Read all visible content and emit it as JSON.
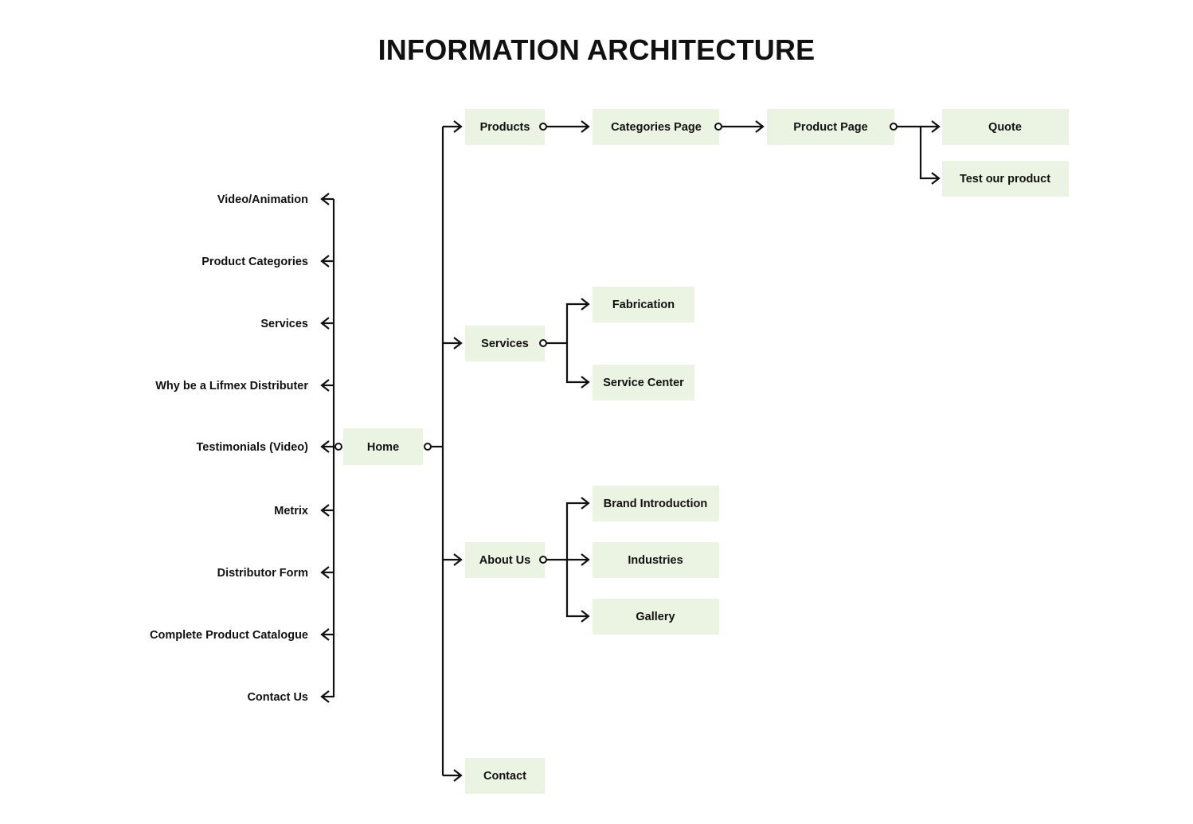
{
  "page": {
    "title": "INFORMATION ARCHITECTURE",
    "background_color": "#ffffff",
    "node_fill_color": "#ebf4e2",
    "line_color": "#111111",
    "text_color": "#111111"
  },
  "chart_data": {
    "type": "diagram",
    "diagram_kind": "site-map / information-architecture tree",
    "title": "INFORMATION ARCHITECTURE",
    "root": "Home",
    "nodes": [
      {
        "id": "home",
        "label": "Home",
        "level": 0,
        "shape": "box"
      },
      {
        "id": "products",
        "label": "Products",
        "level": 1,
        "shape": "box"
      },
      {
        "id": "services",
        "label": "Services",
        "level": 1,
        "shape": "box"
      },
      {
        "id": "about-us",
        "label": "About Us",
        "level": 1,
        "shape": "box"
      },
      {
        "id": "contact",
        "label": "Contact",
        "level": 1,
        "shape": "box"
      },
      {
        "id": "categories-page",
        "label": "Categories Page",
        "level": 2,
        "shape": "box"
      },
      {
        "id": "product-page",
        "label": "Product Page",
        "level": 3,
        "shape": "box"
      },
      {
        "id": "quote",
        "label": "Quote",
        "level": 4,
        "shape": "box"
      },
      {
        "id": "test-our-product",
        "label": "Test our product",
        "level": 4,
        "shape": "box"
      },
      {
        "id": "fabrication",
        "label": "Fabrication",
        "level": 2,
        "shape": "box"
      },
      {
        "id": "service-center",
        "label": "Service Center",
        "level": 2,
        "shape": "box"
      },
      {
        "id": "brand-introduction",
        "label": "Brand Introduction",
        "level": 2,
        "shape": "box"
      },
      {
        "id": "industries",
        "label": "Industries",
        "level": 2,
        "shape": "box"
      },
      {
        "id": "gallery",
        "label": "Gallery",
        "level": 2,
        "shape": "box"
      },
      {
        "id": "video-animation",
        "label": "Video/Animation",
        "level": 1,
        "shape": "text"
      },
      {
        "id": "product-categories",
        "label": "Product Categories",
        "level": 1,
        "shape": "text"
      },
      {
        "id": "services-section",
        "label": "Services",
        "level": 1,
        "shape": "text"
      },
      {
        "id": "why-be-a-lifmex-distributer",
        "label": "Why be a Lifmex Distributer",
        "level": 1,
        "shape": "text"
      },
      {
        "id": "testimonials-video",
        "label": "Testimonials (Video)",
        "level": 1,
        "shape": "text"
      },
      {
        "id": "metrix",
        "label": "Metrix",
        "level": 1,
        "shape": "text"
      },
      {
        "id": "distributor-form",
        "label": "Distributor Form",
        "level": 1,
        "shape": "text"
      },
      {
        "id": "complete-product-catalogue",
        "label": "Complete Product Catalogue",
        "level": 1,
        "shape": "text"
      },
      {
        "id": "contact-us",
        "label": "Contact Us",
        "level": 1,
        "shape": "text"
      }
    ],
    "edges": [
      {
        "from": "home",
        "to": "products",
        "direction": "right"
      },
      {
        "from": "home",
        "to": "services",
        "direction": "right"
      },
      {
        "from": "home",
        "to": "about-us",
        "direction": "right"
      },
      {
        "from": "home",
        "to": "contact",
        "direction": "right"
      },
      {
        "from": "products",
        "to": "categories-page",
        "direction": "right"
      },
      {
        "from": "categories-page",
        "to": "product-page",
        "direction": "right"
      },
      {
        "from": "product-page",
        "to": "quote",
        "direction": "right"
      },
      {
        "from": "product-page",
        "to": "test-our-product",
        "direction": "right"
      },
      {
        "from": "services",
        "to": "fabrication",
        "direction": "right"
      },
      {
        "from": "services",
        "to": "service-center",
        "direction": "right"
      },
      {
        "from": "about-us",
        "to": "brand-introduction",
        "direction": "right"
      },
      {
        "from": "about-us",
        "to": "industries",
        "direction": "right"
      },
      {
        "from": "about-us",
        "to": "gallery",
        "direction": "right"
      },
      {
        "from": "home",
        "to": "video-animation",
        "direction": "left"
      },
      {
        "from": "home",
        "to": "product-categories",
        "direction": "left"
      },
      {
        "from": "home",
        "to": "services-section",
        "direction": "left"
      },
      {
        "from": "home",
        "to": "why-be-a-lifmex-distributer",
        "direction": "left"
      },
      {
        "from": "home",
        "to": "testimonials-video",
        "direction": "left"
      },
      {
        "from": "home",
        "to": "metrix",
        "direction": "left"
      },
      {
        "from": "home",
        "to": "distributor-form",
        "direction": "left"
      },
      {
        "from": "home",
        "to": "complete-product-catalogue",
        "direction": "left"
      },
      {
        "from": "home",
        "to": "contact-us",
        "direction": "left"
      }
    ]
  },
  "home_node": {
    "label": "Home"
  },
  "main_branches": {
    "products": "Products",
    "services": "Services",
    "about_us": "About Us",
    "contact": "Contact"
  },
  "products_flow": {
    "categories_page": "Categories Page",
    "product_page": "Product Page",
    "quote": "Quote",
    "test_our_product": "Test our product"
  },
  "services_children": {
    "fabrication": "Fabrication",
    "service_center": "Service Center"
  },
  "about_children": {
    "brand_introduction": "Brand Introduction",
    "industries": "Industries",
    "gallery": "Gallery"
  },
  "homepage_sections": [
    {
      "label": "Video/Animation"
    },
    {
      "label": "Product Categories"
    },
    {
      "label": "Services"
    },
    {
      "label": "Why be a Lifmex Distributer"
    },
    {
      "label": "Testimonials (Video)"
    },
    {
      "label": "Metrix"
    },
    {
      "label": "Distributor Form"
    },
    {
      "label": "Complete Product Catalogue"
    },
    {
      "label": "Contact Us"
    }
  ]
}
